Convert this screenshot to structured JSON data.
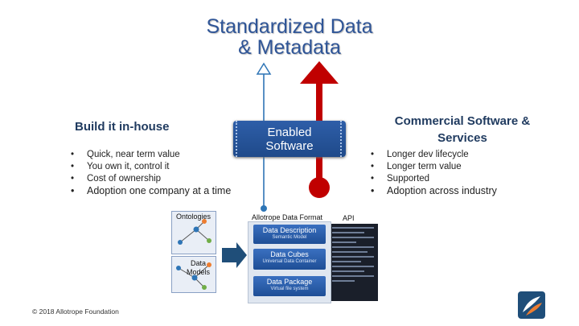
{
  "title": {
    "line1": "Standardized Data",
    "line2": "& Metadata"
  },
  "left": {
    "heading": "Build it in-house",
    "bullets": [
      "Quick, near term value",
      "You own it, control it",
      "Cost of ownership",
      "Adoption one company at a time"
    ]
  },
  "center": {
    "enabled_line1": "Enabled",
    "enabled_line2": "Software"
  },
  "right": {
    "heading_line1": "Commercial Software &",
    "heading_line2": "Services",
    "bullets": [
      "Longer dev lifecycle",
      "Longer term value",
      "Supported",
      "Adoption across industry"
    ]
  },
  "diagram": {
    "ontologies_label": "Ontologies",
    "data_models_label_line1": "Data",
    "data_models_label_line2": "Models",
    "format_label": "Allotrope Data Format",
    "api_label": "API",
    "layers": [
      {
        "title": "Data Description",
        "subtitle": "Semantic Model"
      },
      {
        "title": "Data Cubes",
        "subtitle": "Universal Data Container"
      },
      {
        "title": "Data Package",
        "subtitle": "Virtual file system"
      }
    ]
  },
  "footer": "© 2018 Allotrope Foundation",
  "colors": {
    "title": "#2f5597",
    "red_arrow": "#c00000",
    "blue_arrow": "#2e75b6",
    "enabled_box": "#1f4a8a"
  }
}
